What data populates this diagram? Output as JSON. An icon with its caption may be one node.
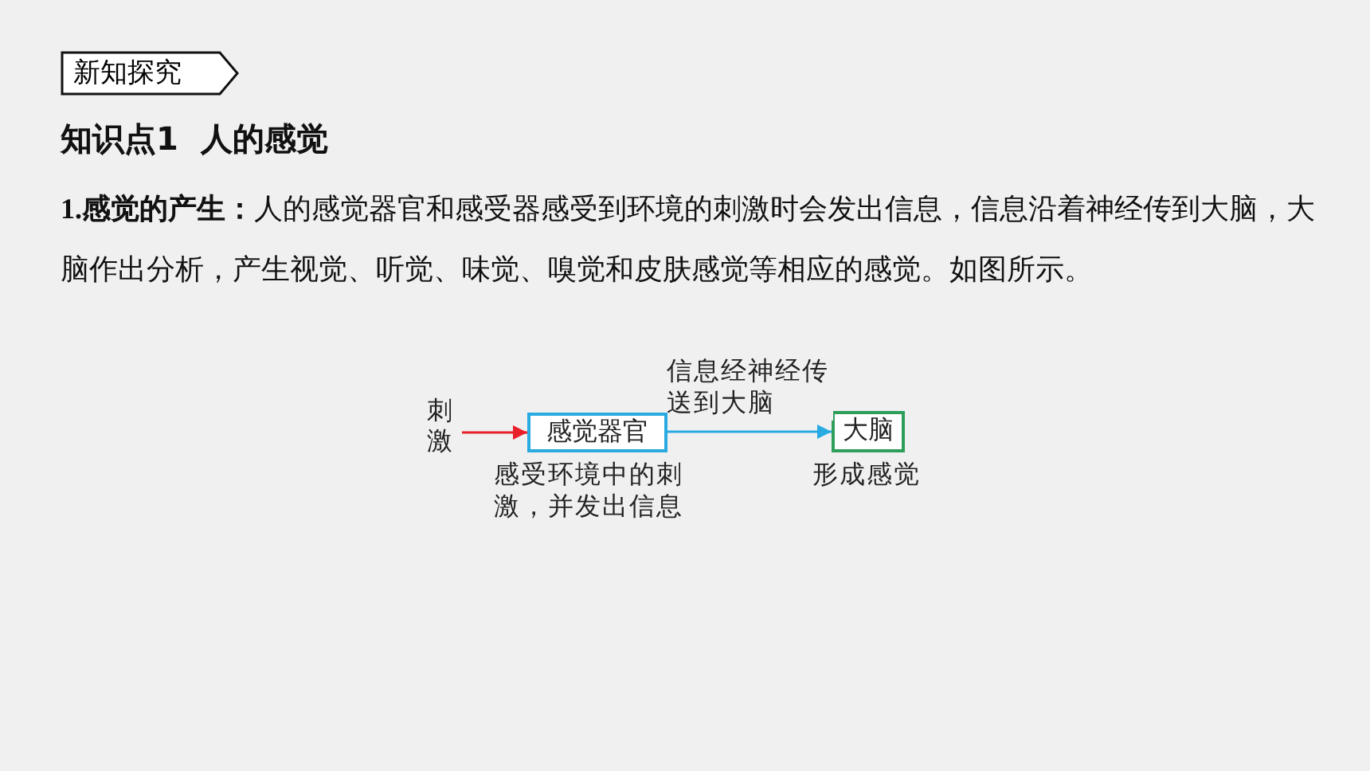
{
  "diagram": {
    "title": "知识点1  人的感觉",
    "nodes": [
      {
        "text": [
          "新知探究"
        ]
      },
      {
        "text": [
          "刺激"
        ]
      },
      {
        "text": [
          "感觉器官"
        ],
        "beside": [
          "感受环境中的刺激，并发出信息"
        ]
      },
      {
        "text": [
          "大脑"
        ],
        "beside": [
          "形成感觉"
        ]
      }
    ],
    "edges": [
      {
        "from": 1,
        "to": 2,
        "arrow": "to",
        "color": "#e8202a"
      },
      {
        "from": 2,
        "to": 3,
        "arrow": "to",
        "label": "信息经神经传送到大脑",
        "color": "#29abe2"
      }
    ],
    "labels": [
      "**1.感觉的产生：**人的感觉器官和感受器感受到环境的刺激时会发出信息，信息沿着神经传到大脑，大脑作出分析，产生视觉、听觉、味觉、嗅觉和皮肤感觉等相应的感觉。如图所示。"
    ]
  }
}
